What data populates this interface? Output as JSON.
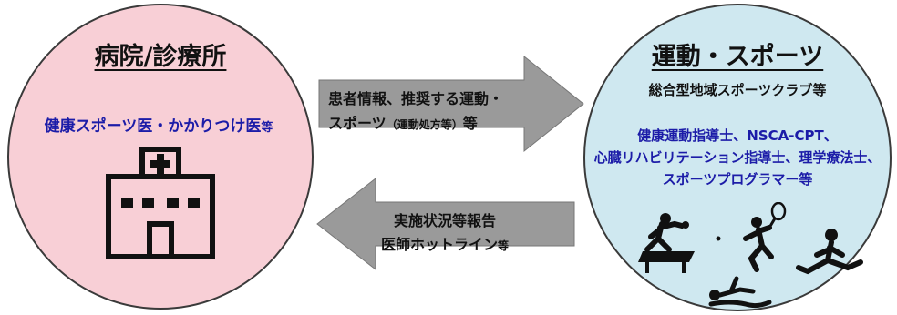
{
  "left": {
    "title": "病院/診療所",
    "subtitle_main": "健康スポーツ医・かかりつけ医",
    "subtitle_suffix": "等"
  },
  "right": {
    "title": "運動・スポーツ",
    "subtitle": "総合型地域スポーツクラブ等",
    "qualifications": [
      "健康運動指導士、NSCA-CPT、",
      "心臓リハビリテーション指導士、理学療法士、",
      "スポーツプログラマー等"
    ]
  },
  "arrow_right": {
    "line1": "患者情報、推奨する運動・",
    "line2_main": "スポーツ",
    "line2_small": "（運動処方等）",
    "line2_suffix": "等"
  },
  "arrow_left": {
    "line1": "実施状況等報告",
    "line2_main": "医師ホットライン",
    "line2_suffix": "等"
  },
  "icons": [
    "hospital-icon",
    "table-tennis-icon",
    "tennis-icon",
    "sitting-athlete-icon",
    "swimmer-icon"
  ],
  "colors": {
    "left_circle": "#f8cfd6",
    "right_circle": "#cfe8f0",
    "arrow": "#9a9a9a",
    "blue_text": "#1c1ca8"
  }
}
